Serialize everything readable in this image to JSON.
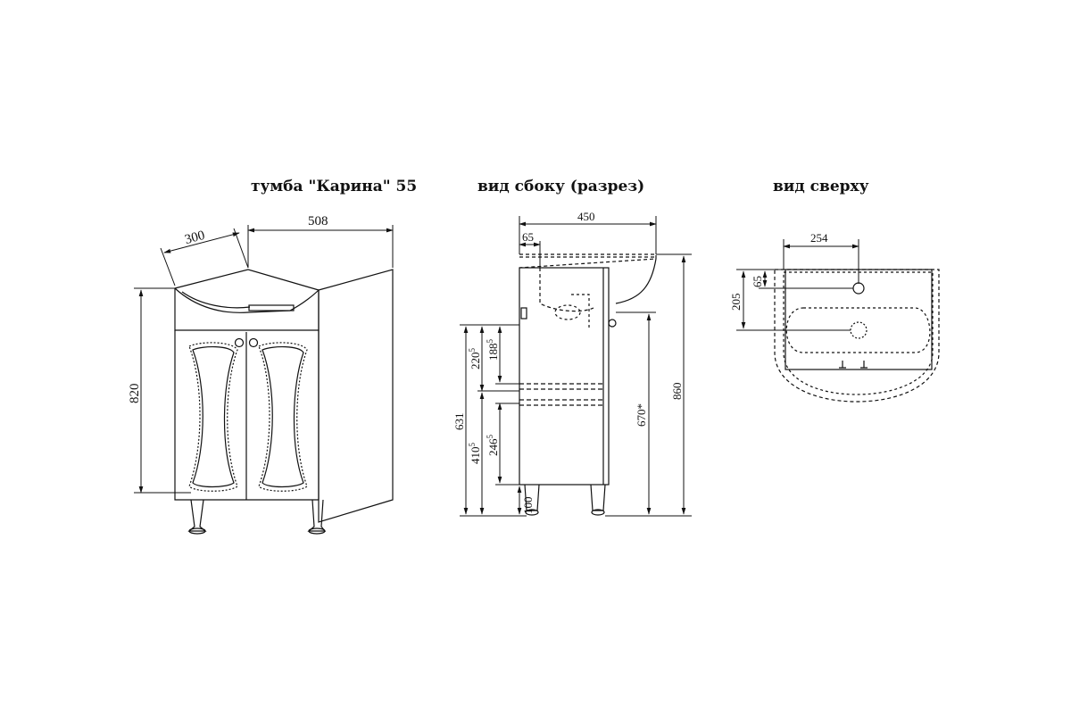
{
  "titles": {
    "front": "тумба \"Карина\" 55",
    "side": "вид сбоку (разрез)",
    "top": "вид сверху"
  },
  "front_view": {
    "depth": "300",
    "width": "508",
    "height": "820"
  },
  "side_view": {
    "depth": "450",
    "offset": "65",
    "total_height": "860",
    "height_670": "670*",
    "height_631": "631",
    "upper_outer": "220",
    "upper_outer_sup": "5",
    "upper_inner": "188",
    "upper_inner_sup": "5",
    "lower_outer": "410",
    "lower_outer_sup": "5",
    "lower_inner": "246",
    "lower_inner_sup": "5",
    "legs": "100"
  },
  "top_view": {
    "width": "254",
    "hole_offset": "65",
    "drain_offset": "205"
  }
}
